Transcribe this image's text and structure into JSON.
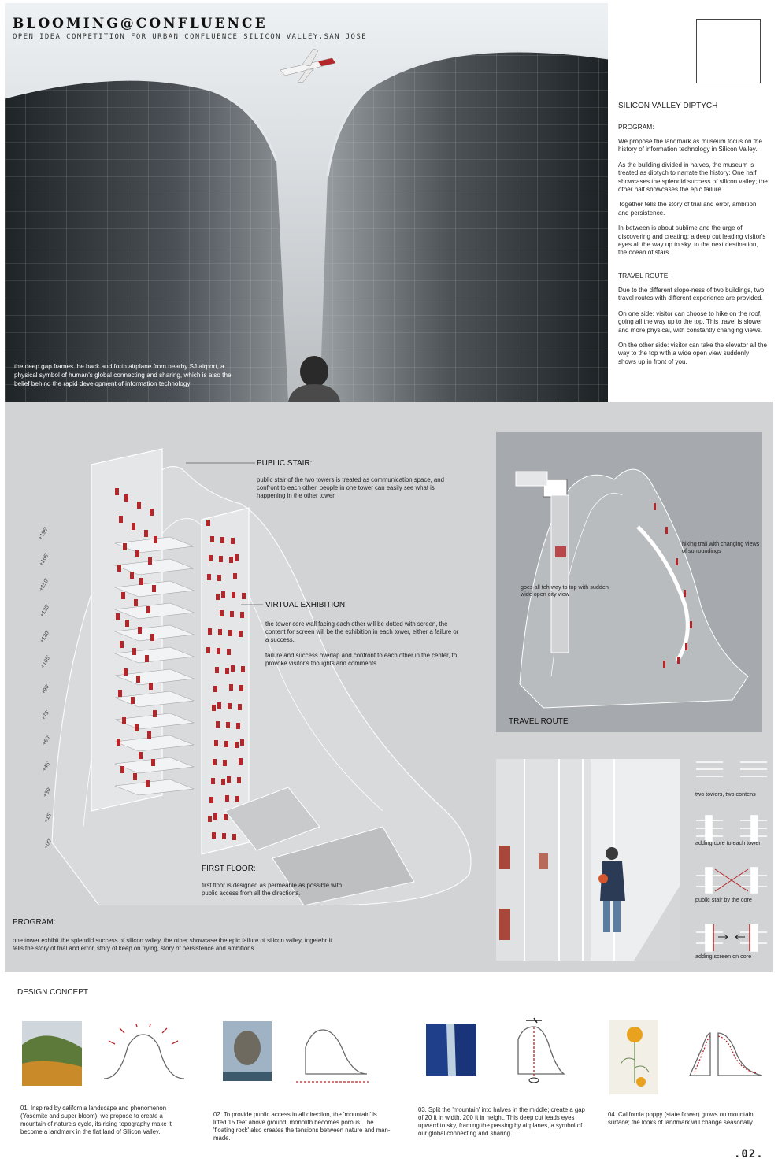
{
  "header": {
    "title": "BLOOMING@CONFLUENCE",
    "subtitle": "OPEN IDEA COMPETITION FOR URBAN CONFLUENCE SILICON VALLEY,SAN JOSE"
  },
  "hero": {
    "caption": "the deep gap frames the back and forth airplane from nearby SJ airport, a physical symbol of human's global connecting and sharing, which is also the belief behind the rapid development of information technology"
  },
  "text_panel": {
    "title": "SILICON VALLEY DIPTYCH",
    "program_heading": "PROGRAM:",
    "program_paragraphs": [
      "We propose the landmark as museum focus on the history of information technology in Silicon Valley.",
      "As the building divided in halves, the museum is treated as diptych to narrate the history: One half showcases the splendid success of silicon valley; the other half showcases the epic failure.",
      "Together tells the story of trial and error, ambition and persistence.",
      "In-between is about sublime and the urge of discovering and creating: a deep cut leading visitor's eyes all the way up to sky, to the next destination, the ocean of stars."
    ],
    "route_heading": "TRAVEL ROUTE:",
    "route_paragraphs": [
      "Due to the different slope-ness of two buildings, two travel routes with different experience are provided.",
      "On one side: visitor can choose to hike on the roof, going all the way up to the top. This travel is slower and more physical, with constantly changing views.",
      "On the other side: visitor can take the elevator all the way to the top with a wide open view suddenly shows up in front of you."
    ]
  },
  "axon": {
    "public_stair_label": "PUBLIC STAIR:",
    "public_stair_text": "public stair of the two towers is treated as communication space, and confront to each other, people in one tower can easily see what is happening in the other tower.",
    "virtual_label": "VIRTUAL EXHIBITION:",
    "virtual_text_1": "the tower core wall facing each other will be dotted with screen, the content for screen will be the exhibition in each tower, either a failure or a success.",
    "virtual_text_2": "failure and success overlap and confront to each other in the center, to provoke visitor's thoughts and comments.",
    "first_floor_label": "FIRST FLOOR:",
    "first_floor_text": "first floor is designed as permeable as possible with public access from all the directions.",
    "program_label": "PROGRAM:",
    "program_text": "one tower exhibit the splendid success of silicon valley, the other showcase the epic failure of silicon valley. togetehr it tells the story of trial and error, story of keep on trying, story of persistence and ambitions.",
    "levels": [
      "+195'",
      "+165'",
      "+150'",
      "+135'",
      "+120'",
      "+105'",
      "+90'",
      "+75'",
      "+60'",
      "+45'",
      "+30'",
      "+15'",
      "+00'"
    ]
  },
  "route_panel": {
    "hiking_caption": "hiking trail with changing views of surroundings",
    "elevator_caption": "goes all teh way to top with sudden wide open city view",
    "title": "TRAVEL ROUTE"
  },
  "diagrams": [
    {
      "caption": "two towers, two contens"
    },
    {
      "caption": "adding core to each tower"
    },
    {
      "caption": "public stair by the core"
    },
    {
      "caption": "adding screen on core"
    }
  ],
  "design_concept": {
    "title": "DESIGN CONCEPT",
    "items": [
      {
        "text": "01. Inspired by california landscape and phenomenon (Yosemite and super bloom), we propose to create a mountain of nature's cycle, its rising topography make it become a landmark in the flat land of Silicon Valley."
      },
      {
        "text": "02. To provide public access in all direction, the 'mountain' is lifted 15 feet above ground, monolith becomes porous. The 'floating rock' also creates the tensions between nature and man-made."
      },
      {
        "text": "03. Split the 'mountain' into halves in the middle; create a gap of 20 ft in width, 200 ft in height. This deep cut leads eyes upward to sky, framing the passing by airplanes, a symbol of our global connecting and sharing."
      },
      {
        "text": "04. California poppy (state flower) grows on mountain surface; the looks of landmark will change seasonally."
      }
    ]
  },
  "page_number": ".02.",
  "colors": {
    "accent": "#b3262a",
    "panel_grey": "#d1d3d4",
    "route_grey": "#a6a9ad"
  }
}
